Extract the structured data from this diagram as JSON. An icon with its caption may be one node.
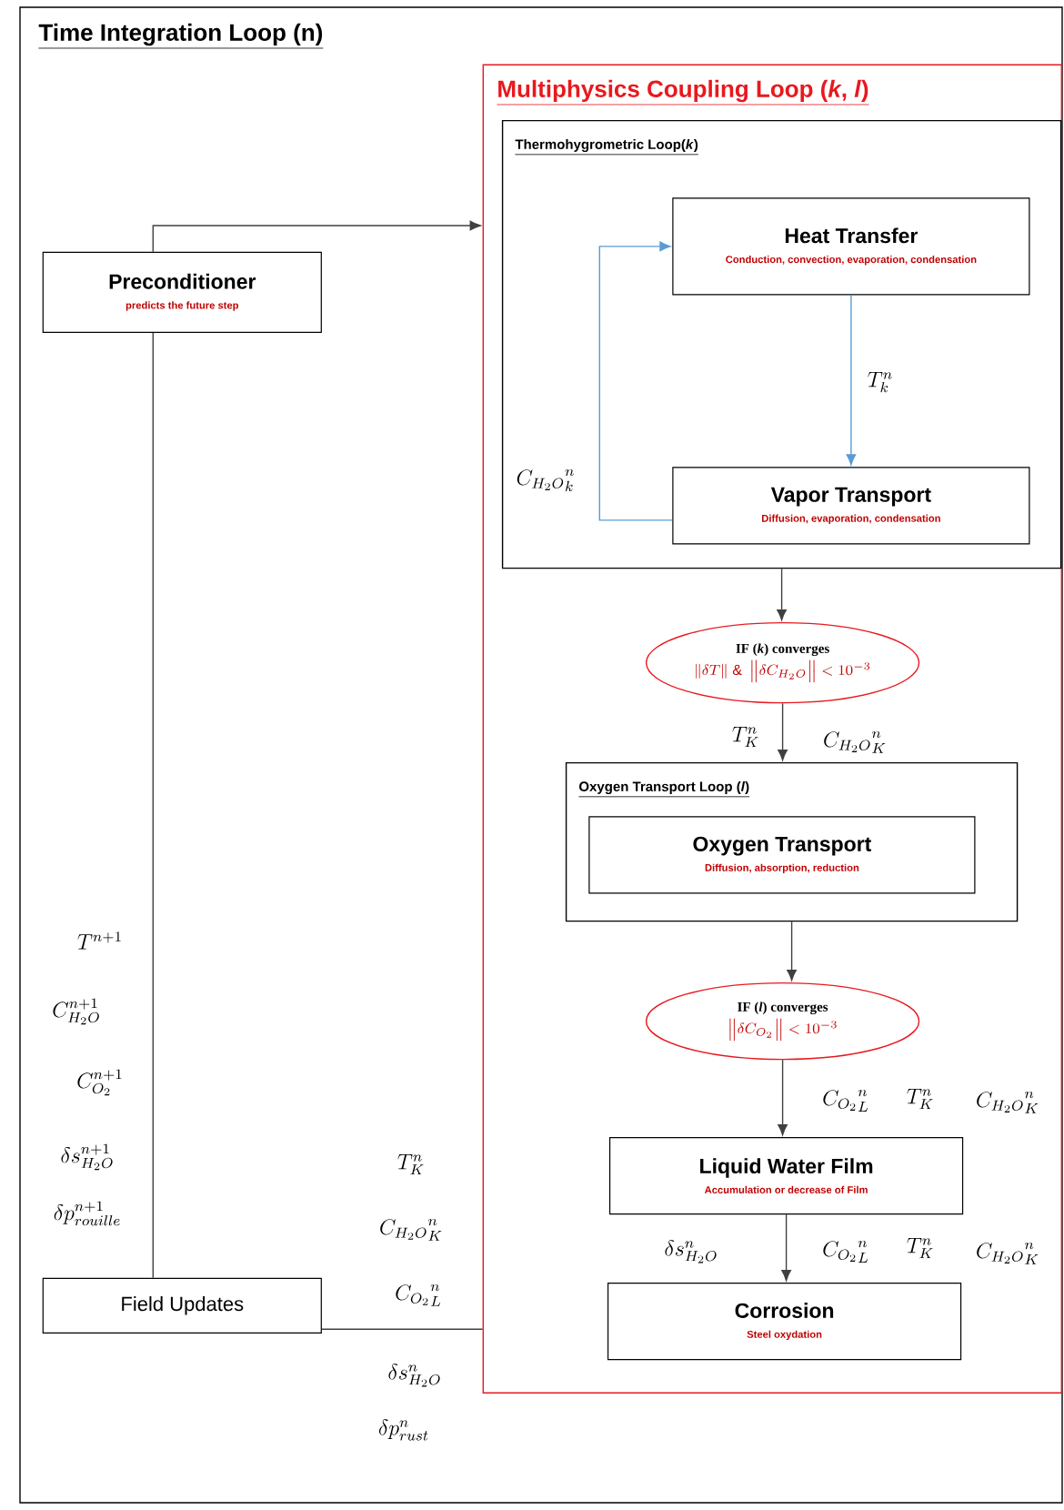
{
  "diagram": {
    "nodes": [
      {
        "text": [
          "Time Integration Loop (n)"
        ]
      },
      {
        "text": [
          "Preconditioner",
          "predicts the future step"
        ],
        "in": 0
      },
      {
        "text": [
          "Multiphysics Coupling Loop (*k*, *l*)"
        ],
        "in": 0
      },
      {
        "text": [
          "Thermohygrometric Loop(*k*)"
        ],
        "in": 2
      },
      {
        "text": [
          "Heat Transfer",
          "Conduction, convection, evaporation, condensation"
        ],
        "in": 3
      },
      {
        "text": [
          "Vapor Transport",
          "Diffusion, evaporation, condensation"
        ],
        "in": 3
      },
      {
        "text": [
          "IF (*k*) converges",
          "\\|\\delta T\\| \\;\\&\\; \\left\\|\\delta C_{H_2O}\\right\\| < 10^{-3}"
        ],
        "in": 2
      },
      {
        "text": [
          "Oxygen Transport Loop (*l*)"
        ],
        "in": 2
      },
      {
        "text": [
          "Oxygen Transport",
          "Diffusion, absorption, reduction"
        ],
        "in": 7
      },
      {
        "text": [
          "IF (*l*) converges",
          "\\left\\|\\delta C_{O_2}\\right\\| < 10^{-3}"
        ],
        "in": 2
      },
      {
        "text": [
          "Liquid Water Film",
          "Accumulation or decrease of Film"
        ],
        "in": 2
      },
      {
        "text": [
          "Corrosion",
          "Steel oxydation"
        ],
        "in": 2
      },
      {
        "text": [
          "Field Updates"
        ],
        "in": 0
      }
    ],
    "edges": [
      {
        "from": 1,
        "to": 2,
        "arrow": "to"
      },
      {
        "from": 4,
        "to": 5,
        "arrow": "to",
        "color": "#5b9bd5",
        "label": "T_k^n"
      },
      {
        "from": 5,
        "to": 4,
        "arrow": "to",
        "color": "#5b9bd5",
        "label": "{C_{H_2O}}_k^n"
      },
      {
        "from": 3,
        "to": 6,
        "arrow": "to"
      },
      {
        "from": 6,
        "to": 7,
        "arrow": "to"
      },
      {
        "from": 7,
        "to": 9,
        "arrow": "to"
      },
      {
        "from": 9,
        "to": 10,
        "arrow": "to"
      },
      {
        "from": 10,
        "to": 11,
        "arrow": "to"
      },
      {
        "from": 12,
        "to": 1,
        "arrow": "none"
      },
      {
        "from": 12,
        "to": 2,
        "arrow": "none"
      }
    ],
    "labels": [
      "T^{n+1}",
      "C^{n+1}_{H_2O}",
      "C^{n+1}_{O_2}",
      "\\delta s^{n+1}_{H_2O}",
      "\\delta p^{n+1}_{rouille}",
      "T_K^n",
      "{C_{H_2O}}_K^n",
      "{C_{O_2}}_L^n",
      "\\delta s^n_{H_2O}",
      "\\delta p^n_{rust}",
      "T_K^n",
      "{C_{H_2O}}_K^n",
      "{C_{O_2}}_L^n",
      "T_K^n",
      "{C_{H_2O}}_K^n",
      "\\delta s^n_{H_2O}",
      "{C_{O_2}}_L^n",
      "T_K^n",
      "{C_{H_2O}}_K^n"
    ]
  }
}
